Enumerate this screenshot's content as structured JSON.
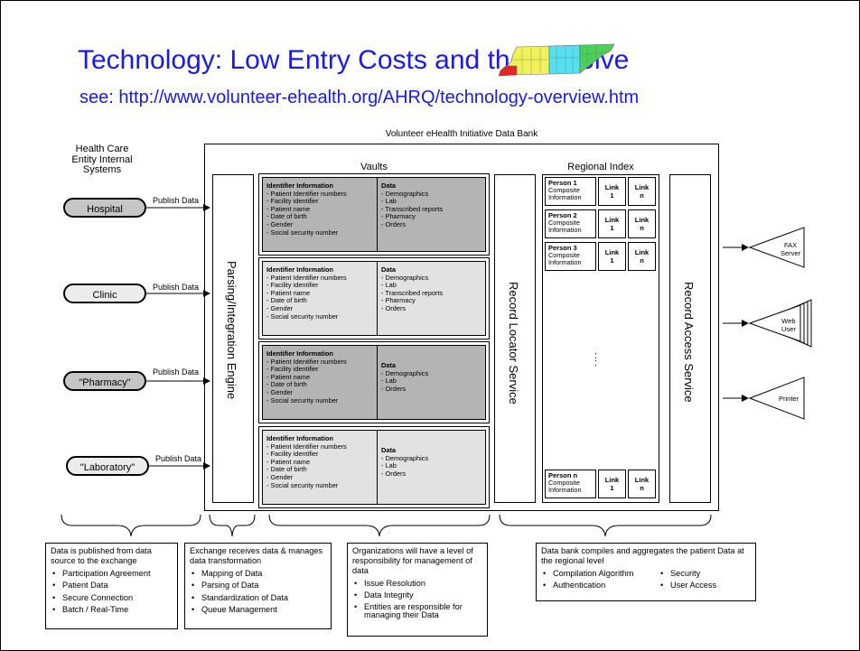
{
  "title": "Technology: Low Entry Costs and then Evolve",
  "subtitle": "see: http://www.volunteer-ehealth.org/AHRQ/technology-overview.htm",
  "diagram": {
    "bank_title": "Volunteer eHealth Initiative Data Bank",
    "entity_header": "Health Care\nEntity Internal\nSystems",
    "entities": [
      {
        "label": "Hospital",
        "publish": "Publish Data"
      },
      {
        "label": "Clinic",
        "publish": "Publish Data"
      },
      {
        "label": "\"Pharmacy\"",
        "publish": "Publish Data"
      },
      {
        "label": "\"Laboratory\"",
        "publish": "Publish Data"
      }
    ],
    "parsing_engine": "Parsing/Integration Engine",
    "vaults_title": "Vaults",
    "vaults": [
      {
        "id_title": "Identifier Information",
        "id_items": [
          "- Patient Identifier numbers",
          "- Facility identifier",
          "- Patient name",
          "- Date of birth",
          "- Gender",
          "- Social security number"
        ],
        "data_title": "Data",
        "data_items": [
          "- Demographics",
          "- Lab",
          "- Transcribed reports",
          "- Pharmacy",
          "- Orders"
        ]
      },
      {
        "id_title": "Identifier Information",
        "id_items": [
          "- Patient Identifier numbers",
          "- Facility identifier",
          "- Patient name",
          "- Date of birth",
          "- Gender",
          "- Social security number"
        ],
        "data_title": "Data",
        "data_items": [
          "- Demographics",
          "- Lab",
          "- Transcribed reports",
          "- Pharmacy",
          "- Orders"
        ]
      },
      {
        "id_title": "Identifier Information",
        "id_items": [
          "- Patient Identifier numbers",
          "- Facility identifier",
          "- Patient name",
          "- Date of birth",
          "- Gender",
          "- Social security number"
        ],
        "data_title": "Data",
        "data_items": [
          "- Demographics",
          "- Lab",
          "- Orders"
        ]
      },
      {
        "id_title": "Identifier Information",
        "id_items": [
          "- Patient Identifier numbers",
          "- Facility identifier",
          "- Patient name",
          "- Date of birth",
          "- Gender",
          "- Social security number"
        ],
        "data_title": "Data",
        "data_items": [
          "- Demographics",
          "- Lab",
          "- Orders"
        ]
      }
    ],
    "record_locator": "Record Locator Service",
    "regional_index_title": "Regional Index",
    "persons": [
      {
        "name": "Person 1",
        "info": "Composite\nInformation",
        "link_a": "Link\n1",
        "link_b": "Link\nn"
      },
      {
        "name": "Person 2",
        "info": "Composite\nInformation",
        "link_a": "Link\n1",
        "link_b": "Link\nn"
      },
      {
        "name": "Person 3",
        "info": "Composite\nInformation",
        "link_a": "Link\n1",
        "link_b": "Link\nn"
      },
      {
        "name": "Person n",
        "info": "Composite\nInformation",
        "link_a": "Link\n1",
        "link_b": "Link\nn"
      }
    ],
    "ellipsis": ":\n:",
    "record_access": "Record Access Service",
    "outputs": [
      {
        "label": "FAX\nServer"
      },
      {
        "label": "Web\nUser"
      },
      {
        "label": "Printer"
      }
    ]
  },
  "notes": [
    {
      "text": "Data is published from data source to the exchange",
      "bullets": [
        "Participation Agreement",
        "Patient Data",
        "Secure Connection",
        "Batch / Real-Time"
      ]
    },
    {
      "text": "Exchange receives data & manages data transformation",
      "bullets": [
        "Mapping of Data",
        "Parsing of Data",
        "Standardization of Data",
        "Queue Management"
      ]
    },
    {
      "text": "Organizations will have a level of responsibility for management of data",
      "bullets": [
        "Issue Resolution",
        "Data Integrity",
        "Entities are responsible for managing their Data"
      ]
    },
    {
      "text": "Data bank compiles and aggregates the patient Data at the regional level",
      "bullets_left": [
        "Compilation Algorithm",
        "Authentication"
      ],
      "bullets_right": [
        "Security",
        "User Access"
      ]
    }
  ],
  "colors": {
    "title": "#1a1ae6",
    "vault_dark": "#b4b4b4",
    "vault_light": "#e2e2e2",
    "pill_dark": "#c6c6c6",
    "pill_light": "#ececec"
  }
}
